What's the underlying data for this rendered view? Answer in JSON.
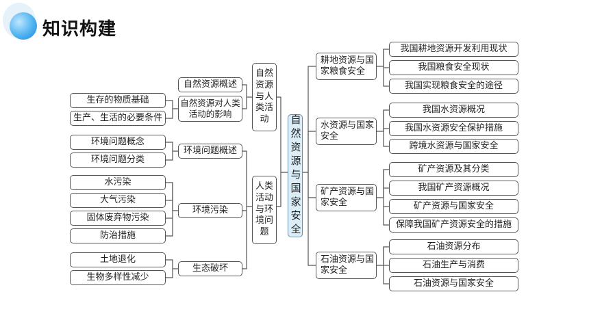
{
  "header": {
    "title": "知识构建"
  },
  "center": {
    "label": "自然资源与国家安全"
  },
  "left_groups": {
    "group1": {
      "label": "自然资源与人类活动",
      "subs": [
        {
          "label": "自然资源概述",
          "items": []
        },
        {
          "label": "自然资源对人类活动的影响",
          "items": [
            "生存的物质基础",
            "生产、生活的必要条件"
          ]
        }
      ]
    },
    "group2": {
      "label": "人类活动与环境问题",
      "subs": [
        {
          "label": "环境问题概述",
          "items": [
            "环境问题概念",
            "环境问题分类"
          ]
        },
        {
          "label": "环境污染",
          "items": [
            "水污染",
            "大气污染",
            "固体废弃物污染",
            "防治措施"
          ]
        },
        {
          "label": "生态破坏",
          "items": [
            "土地退化",
            "生物多样性减少"
          ]
        }
      ]
    }
  },
  "right_groups": [
    {
      "label": "耕地资源与国家粮食安全",
      "items": [
        "我国耕地资源开发利用现状",
        "我国粮食安全现状",
        "我国实现粮食安全的途径"
      ]
    },
    {
      "label": "水资源与国家安全",
      "items": [
        "我国水资源概况",
        "我国水资源安全保护措施",
        "跨境水资源与国家安全"
      ]
    },
    {
      "label": "矿产资源与国家安全",
      "items": [
        "矿产资源及其分类",
        "我国矿产资源概况",
        "矿产资源与国家安全",
        "保障我国矿产资源安全的措施"
      ]
    },
    {
      "label": "石油资源与国家安全",
      "items": [
        "石油资源分布",
        "石油生产与消费",
        "石油资源与国家安全"
      ]
    }
  ],
  "colors": {
    "line": "#555555",
    "center_fill": "#dbeef7",
    "logo": "#2b8fe0"
  }
}
